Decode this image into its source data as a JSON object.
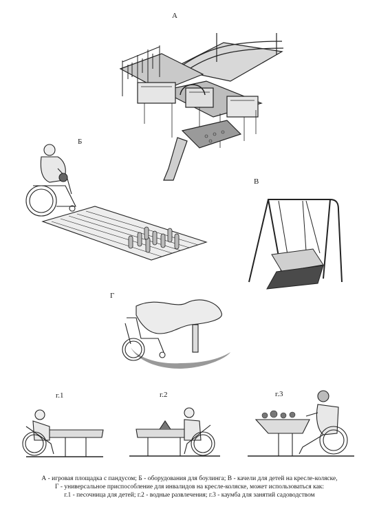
{
  "labels": {
    "a": "А",
    "b": "Б",
    "v": "В",
    "g": "Г",
    "g1": "г.1",
    "g2": "г.2",
    "g3": "г.3"
  },
  "caption": {
    "line1": "А - игровая площадка с пандусом; Б - оборудования для боулинга; В - качели для детей на кресле-коляске,",
    "line2": "Г - универсальное приспособление для инвалидов на кресле-коляске, может использоваться как:",
    "line3": "г.1 - песочница для детей; г.2 - водные развлечения; г.3 - каумба для занятий садоводством"
  }
}
